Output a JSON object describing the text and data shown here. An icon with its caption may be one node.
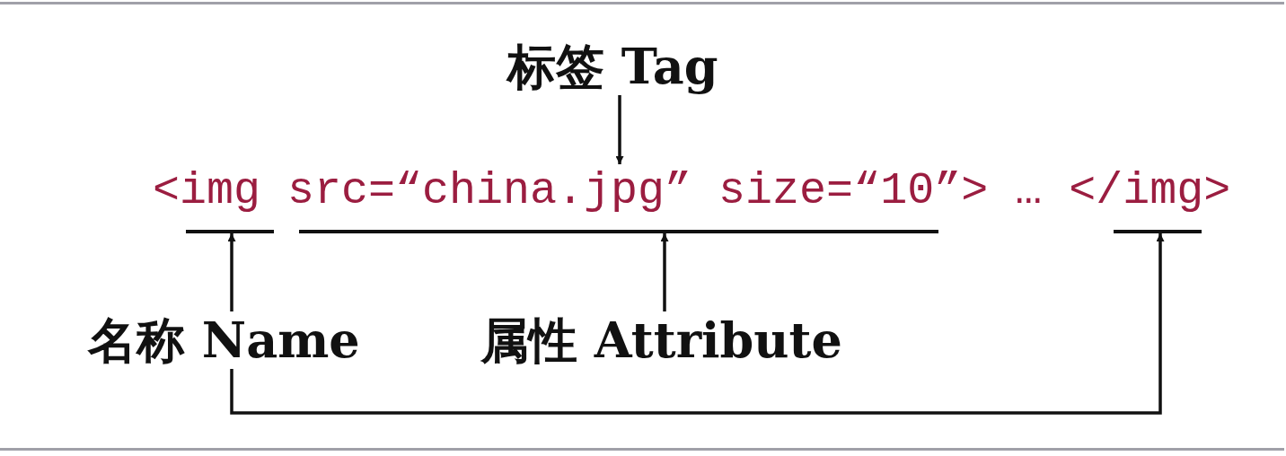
{
  "diagram": {
    "nodes": [
      {
        "text": [
          "标签 Tag"
        ]
      },
      {
        "text": [
          "<img src=“china.jpg” size=“10”> … </img>"
        ]
      },
      {
        "text": [],
        "shape": "bar"
      },
      {
        "text": [],
        "shape": "bar"
      },
      {
        "text": [],
        "shape": "bar"
      },
      {
        "text": [
          "名称 Name"
        ]
      },
      {
        "text": [
          "属性 Attribute"
        ]
      }
    ],
    "edges": [
      {
        "from": 0,
        "to": 1,
        "arrow": "to"
      },
      {
        "from": 5,
        "to": 2,
        "arrow": "to"
      },
      {
        "from": 6,
        "to": 3,
        "arrow": "to"
      },
      {
        "from": 5,
        "to": 4,
        "arrow": "to"
      }
    ]
  }
}
